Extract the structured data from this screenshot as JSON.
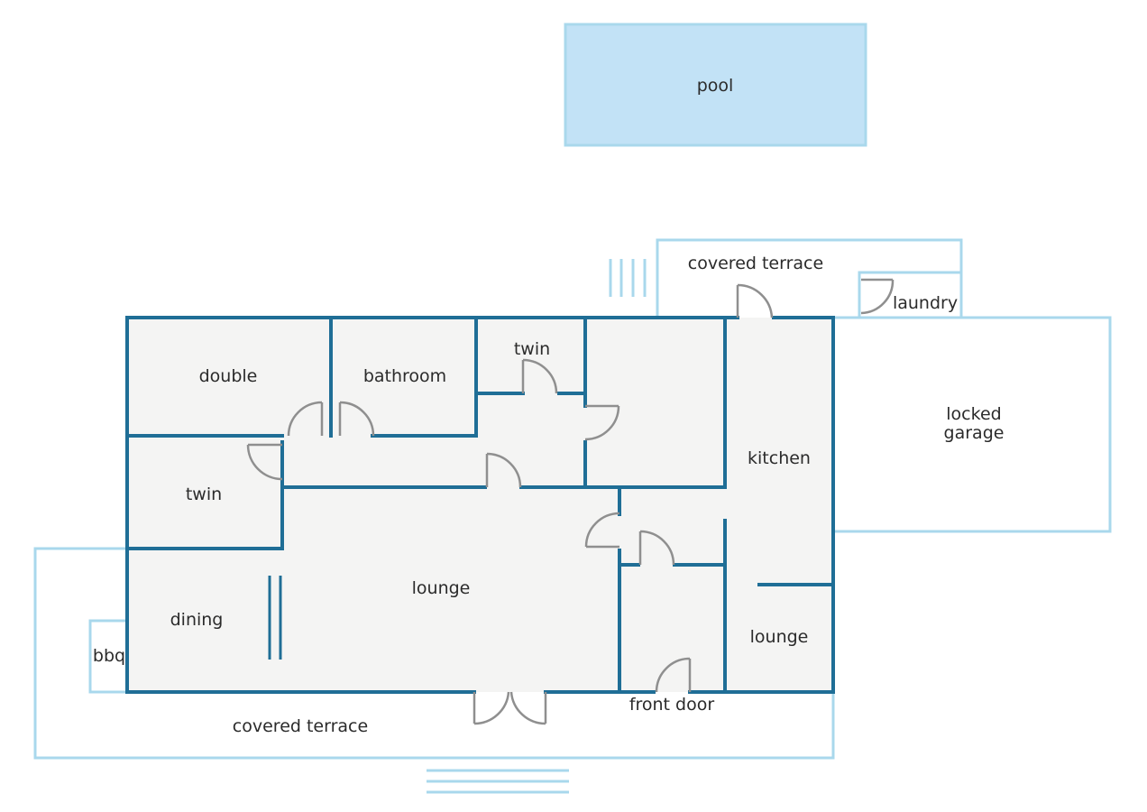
{
  "colors": {
    "wall": "#1f6e96",
    "outline": "#a9d8ec",
    "pool_fill": "#c2e2f6",
    "floor": "#f4f4f3",
    "door": "#8f8f8f"
  },
  "labels": {
    "pool": "pool",
    "covered_terrace_top": "covered terrace",
    "laundry": "laundry",
    "locked_garage_line1": "locked",
    "locked_garage_line2": "garage",
    "double": "double",
    "bathroom": "bathroom",
    "twin_top": "twin",
    "twin_left": "twin",
    "kitchen": "kitchen",
    "lounge_main": "lounge",
    "lounge_right": "lounge",
    "dining": "dining",
    "bbq": "bbq",
    "front_door": "front door",
    "covered_terrace_bottom": "covered terrace"
  }
}
